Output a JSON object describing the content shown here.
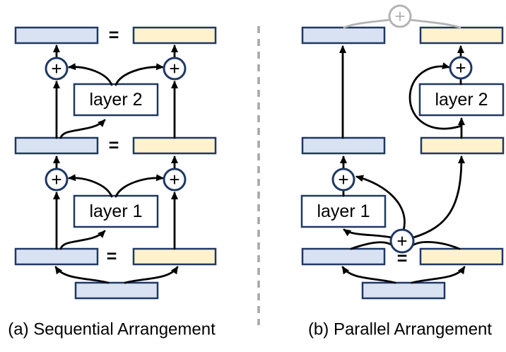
{
  "figure": {
    "panels": {
      "a": {
        "caption": "(a) Sequential Arrangement",
        "layer1": "layer 1",
        "layer2": "layer 2"
      },
      "b": {
        "caption": "(b) Parallel Arrangement",
        "layer1": "layer 1",
        "layer2": "layer 2"
      }
    },
    "symbols": {
      "plus": "+",
      "equals": "="
    },
    "colors": {
      "blue_fill": "#d9e2f3",
      "yellow_fill": "#fff2cc",
      "border": "#1f3864",
      "arrow": "#000000",
      "gray": "#b3b3b3",
      "divider": "#a6a6a6",
      "background": "#ffffff",
      "text": "#000000"
    }
  }
}
